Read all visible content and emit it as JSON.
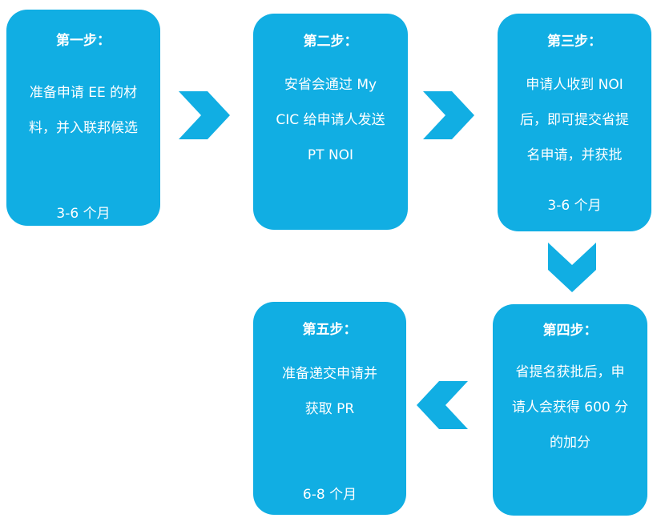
{
  "colors": {
    "box_fill": "#11aee3",
    "text": "#ffffff",
    "arrow_fill": "#11aee3"
  },
  "steps": [
    {
      "title": "第一步：",
      "body": "准备申请 EE 的材\n料，并入联邦候选",
      "duration": "3-6 个月"
    },
    {
      "title": "第二步：",
      "body": "安省会通过 My\nCIC 给申请人发送\nPT NOI",
      "duration": ""
    },
    {
      "title": "第三步：",
      "body": "申请人收到 NOI\n后，即可提交省提\n名申请，并获批",
      "duration": "3-6 个月"
    },
    {
      "title": "第四步：",
      "body": "省提名获批后，申\n请人会获得 600 分\n的加分",
      "duration": ""
    },
    {
      "title": "第五步：",
      "body": "准备递交申请并\n获取 PR",
      "duration": "6-8 个月"
    }
  ],
  "arrows": [
    {
      "direction": "right",
      "from": "step-1",
      "to": "step-2"
    },
    {
      "direction": "right",
      "from": "step-2",
      "to": "step-3"
    },
    {
      "direction": "down",
      "from": "step-3",
      "to": "step-4"
    },
    {
      "direction": "left",
      "from": "step-4",
      "to": "step-5"
    }
  ]
}
